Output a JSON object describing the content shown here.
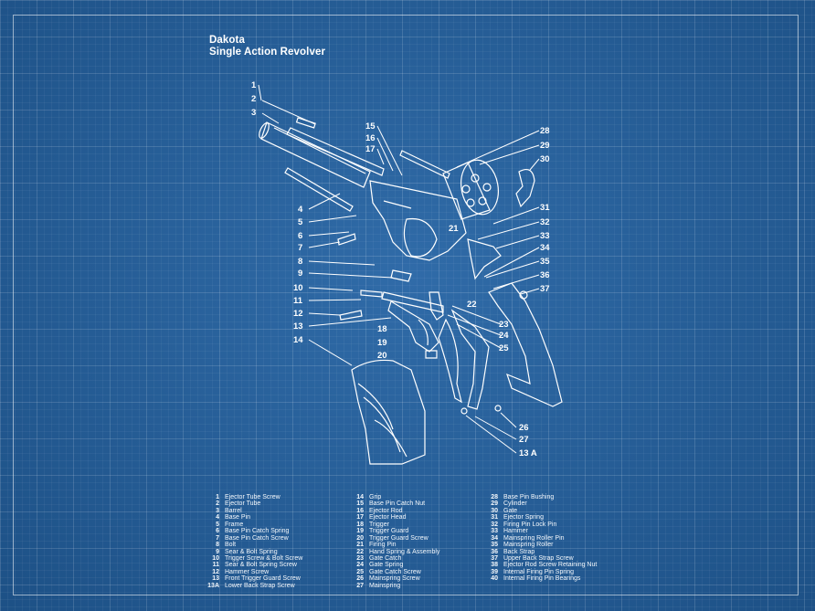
{
  "title": {
    "line1": "Dakota",
    "line2": "Single Action Revolver"
  },
  "colors": {
    "background": "#2362a3",
    "ink": "#ffffff",
    "grid": "rgba(255,255,255,0.10)"
  },
  "callouts": [
    "1",
    "2",
    "3",
    "4",
    "5",
    "6",
    "7",
    "8",
    "9",
    "10",
    "11",
    "12",
    "13",
    "14",
    "15",
    "16",
    "17",
    "18",
    "19",
    "20",
    "21",
    "22",
    "23",
    "24",
    "25",
    "26",
    "27",
    "13 A",
    "28",
    "29",
    "30",
    "31",
    "32",
    "33",
    "34",
    "35",
    "36",
    "37"
  ],
  "legend": [
    [
      {
        "num": "1",
        "name": "Ejector Tube Screw"
      },
      {
        "num": "2",
        "name": "Ejector Tube"
      },
      {
        "num": "3",
        "name": "Barrel"
      },
      {
        "num": "4",
        "name": "Base Pin"
      },
      {
        "num": "5",
        "name": "Frame"
      },
      {
        "num": "6",
        "name": "Base Pin Catch Spring"
      },
      {
        "num": "7",
        "name": "Base Pin Catch Screw"
      },
      {
        "num": "8",
        "name": "Bolt"
      },
      {
        "num": "9",
        "name": "Sear & Bolt Spring"
      },
      {
        "num": "10",
        "name": "Trigger Screw & Bolt Screw"
      },
      {
        "num": "11",
        "name": "Sear & Bolt Spring Screw"
      },
      {
        "num": "12",
        "name": "Hammer Screw"
      },
      {
        "num": "13",
        "name": "Front Trigger Guard Screw"
      },
      {
        "num": "13A",
        "name": "Lower Back Strap Screw"
      }
    ],
    [
      {
        "num": "14",
        "name": "Grip"
      },
      {
        "num": "15",
        "name": "Base Pin Catch Nut"
      },
      {
        "num": "16",
        "name": "Ejector Rod"
      },
      {
        "num": "17",
        "name": "Ejector Head"
      },
      {
        "num": "18",
        "name": "Trigger"
      },
      {
        "num": "19",
        "name": "Trigger Guard"
      },
      {
        "num": "20",
        "name": "Trigger Guard Screw"
      },
      {
        "num": "21",
        "name": "Firing Pin"
      },
      {
        "num": "22",
        "name": "Hand Spring & Assembly"
      },
      {
        "num": "23",
        "name": "Gate Catch"
      },
      {
        "num": "24",
        "name": "Gate Spring"
      },
      {
        "num": "25",
        "name": "Gate Catch Screw"
      },
      {
        "num": "26",
        "name": "Mainspring Screw"
      },
      {
        "num": "27",
        "name": "Mainspring"
      }
    ],
    [
      {
        "num": "28",
        "name": "Base Pin Bushing"
      },
      {
        "num": "29",
        "name": "Cylinder"
      },
      {
        "num": "30",
        "name": "Gate"
      },
      {
        "num": "31",
        "name": "Ejector Spring"
      },
      {
        "num": "32",
        "name": "Firing Pin Lock Pin"
      },
      {
        "num": "33",
        "name": "Hammer"
      },
      {
        "num": "34",
        "name": "Mainspring Roller Pin"
      },
      {
        "num": "35",
        "name": "Mainspring Roller"
      },
      {
        "num": "36",
        "name": "Back Strap"
      },
      {
        "num": "37",
        "name": "Upper Back Strap Screw"
      },
      {
        "num": "38",
        "name": "Ejector Rod Screw Retaining Nut"
      },
      {
        "num": "39",
        "name": "Internal Firing Pin Spring"
      },
      {
        "num": "40",
        "name": "Internal Firing Pin Bearings"
      }
    ]
  ]
}
